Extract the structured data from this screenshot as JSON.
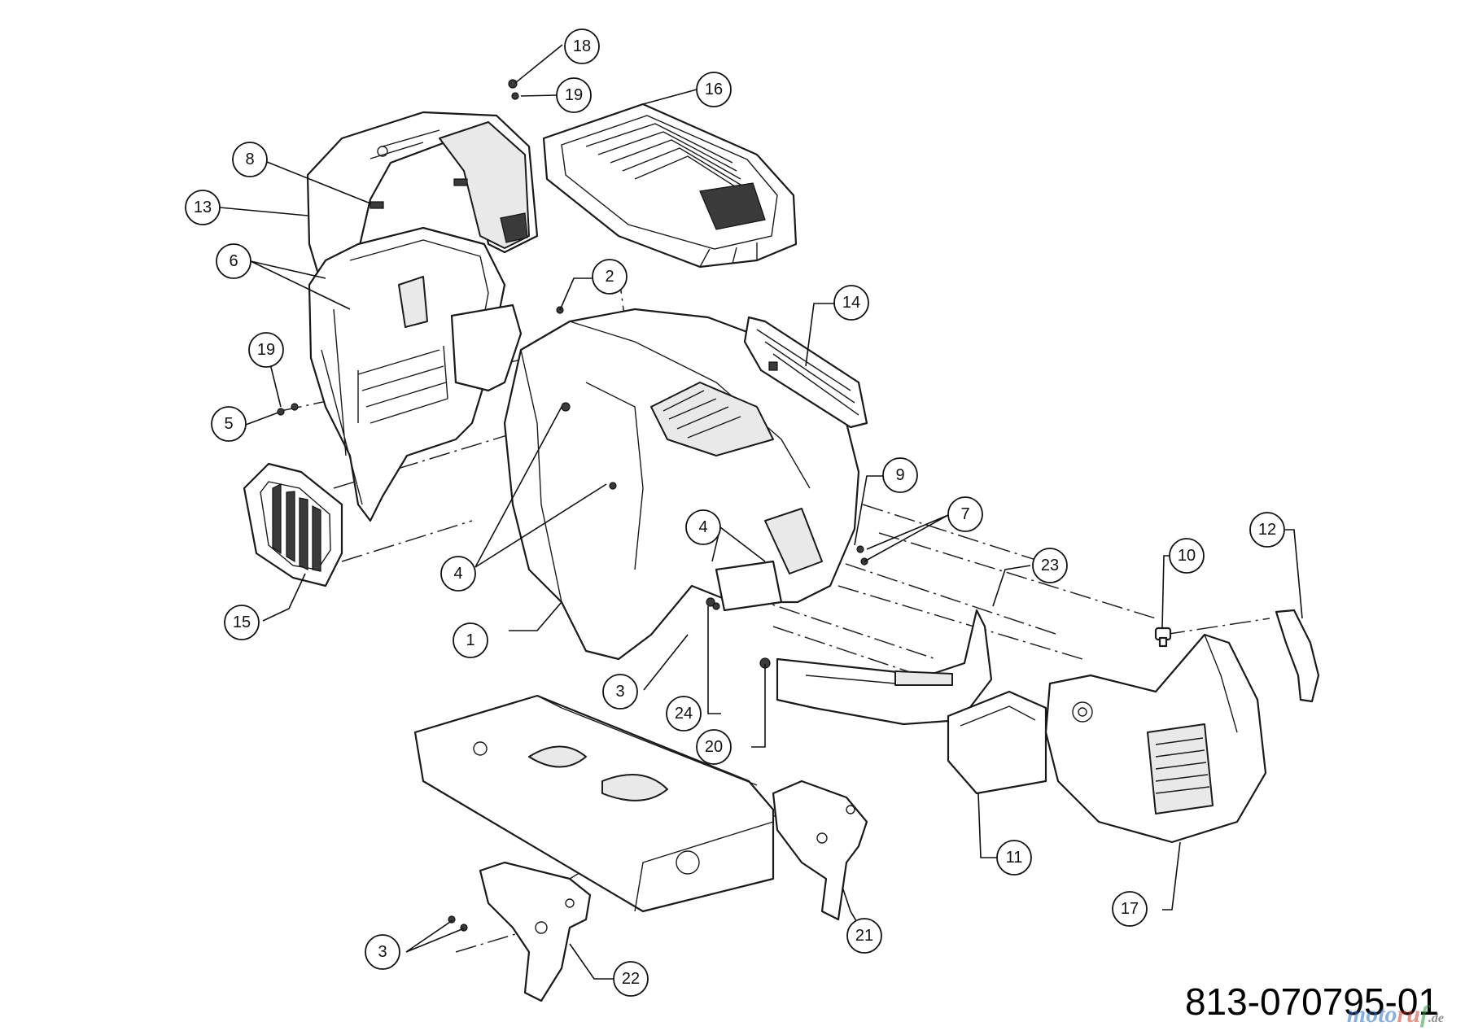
{
  "diagram": {
    "part_number": "813-070795-01",
    "watermark": {
      "a": "moto",
      "b": "ru",
      "c": "f",
      "d": ".de"
    },
    "callouts": [
      {
        "id": "c18",
        "label": "18"
      },
      {
        "id": "c19a",
        "label": "19"
      },
      {
        "id": "c16",
        "label": "16"
      },
      {
        "id": "c8",
        "label": "8"
      },
      {
        "id": "c13",
        "label": "13"
      },
      {
        "id": "c6",
        "label": "6"
      },
      {
        "id": "c2",
        "label": "2"
      },
      {
        "id": "c14",
        "label": "14"
      },
      {
        "id": "c19b",
        "label": "19"
      },
      {
        "id": "c5",
        "label": "5"
      },
      {
        "id": "c9",
        "label": "9"
      },
      {
        "id": "c7",
        "label": "7"
      },
      {
        "id": "c4a",
        "label": "4"
      },
      {
        "id": "c4b",
        "label": "4"
      },
      {
        "id": "c23",
        "label": "23"
      },
      {
        "id": "c10",
        "label": "10"
      },
      {
        "id": "c12",
        "label": "12"
      },
      {
        "id": "c15",
        "label": "15"
      },
      {
        "id": "c1",
        "label": "1"
      },
      {
        "id": "c3a",
        "label": "3"
      },
      {
        "id": "c24",
        "label": "24"
      },
      {
        "id": "c20",
        "label": "20"
      },
      {
        "id": "c11",
        "label": "11"
      },
      {
        "id": "c17",
        "label": "17"
      },
      {
        "id": "c21",
        "label": "21"
      },
      {
        "id": "c3b",
        "label": "3"
      },
      {
        "id": "c22",
        "label": "22"
      }
    ]
  }
}
